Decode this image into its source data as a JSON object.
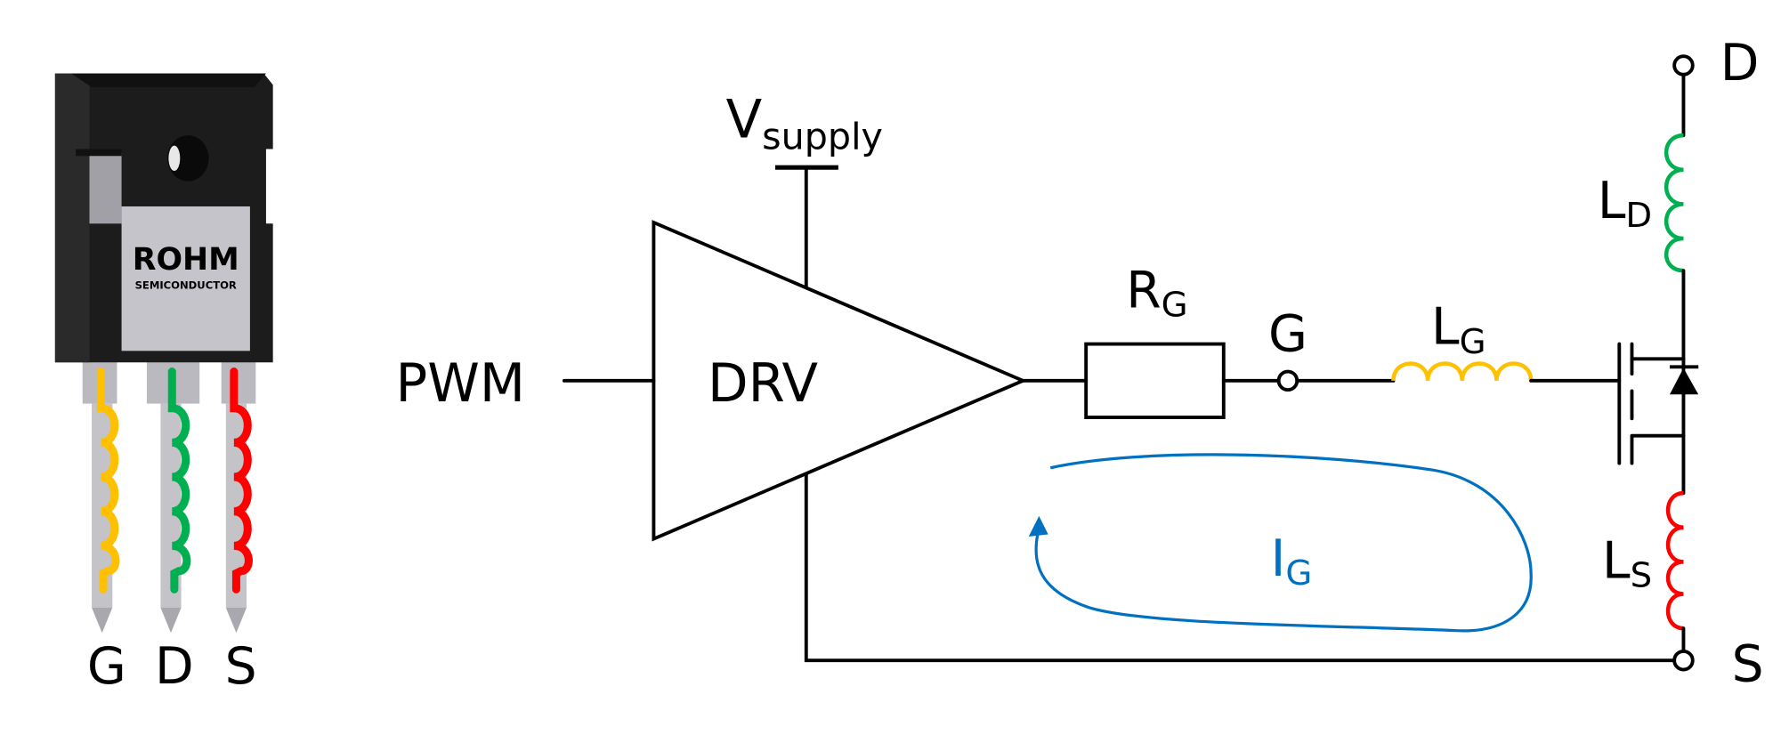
{
  "package": {
    "brand": "ROHM",
    "brand_sub": "SEMICONDUCTOR",
    "pin_labels": [
      "G",
      "D",
      "S"
    ],
    "pin_colors": [
      "#FFC000",
      "#00B050",
      "#FF0000"
    ]
  },
  "schematic": {
    "input_label": "PWM",
    "driver_label": "DRV",
    "supply_label": "V",
    "supply_sub": "supply",
    "resistor_label": "R",
    "resistor_sub": "G",
    "gate_node_label": "G",
    "gate_inductor_label": "L",
    "gate_inductor_sub": "G",
    "drain_inductor_label": "L",
    "drain_inductor_sub": "D",
    "source_inductor_label": "L",
    "source_inductor_sub": "S",
    "drain_terminal_label": "D",
    "source_terminal_label": "S",
    "loop_current_label": "I",
    "loop_current_sub": "G",
    "colors": {
      "gate_inductor": "#FFC000",
      "drain_inductor": "#00B050",
      "source_inductor": "#FF0000",
      "loop": "#0070C0"
    }
  }
}
